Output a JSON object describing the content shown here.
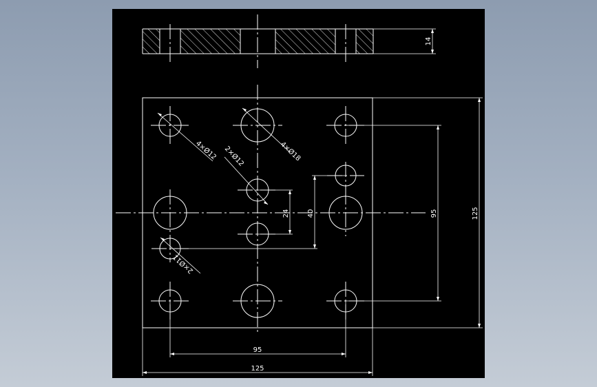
{
  "drawing": {
    "background": "#000000",
    "line_color": "#ffffff",
    "dimensions": {
      "thickness": "14",
      "bottom_inner": "95",
      "bottom_outer": "125",
      "right_inner": "95",
      "right_outer": "125",
      "spacing_24": "24",
      "spacing_40": "40"
    },
    "callouts": {
      "corner_holes": "4×Ø12",
      "large_holes": "4×Ø18",
      "center_holes": "2×Ø12",
      "side_holes": "2×Ø11"
    }
  }
}
